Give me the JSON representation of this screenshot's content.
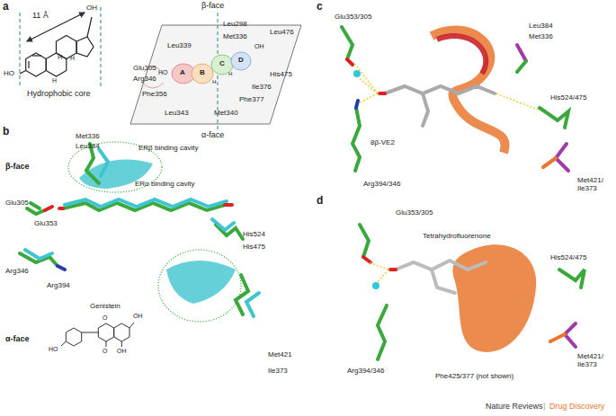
{
  "diagram": {
    "labels": [
      "a",
      "11 Å",
      "OH",
      "HO",
      "H",
      "H",
      "H",
      "Hydrophobic core",
      "β-face",
      "Leu298",
      "Leu476",
      "Met336",
      "Leu339",
      "Glu305",
      "Arg346",
      "Phe356",
      "Leu343",
      "Met340",
      "Phe377",
      "His475",
      "Ile376",
      "HO",
      "A",
      "B",
      "C",
      "D",
      "OH",
      "H",
      "H",
      "α-face",
      "b",
      "Met336",
      "Leu384",
      "ERβ binding cavity",
      "β-face",
      "ERα binding cavity",
      "Glu305",
      "Glu353",
      "His524",
      "His475",
      "Arg346",
      "Arg394",
      "Genistein",
      "O",
      "OH",
      "HO",
      "O",
      "OH",
      "Met421",
      "Ile373",
      "α-face",
      "c",
      "Glu353/305",
      "Leu384",
      "Met336",
      "His524/475",
      "8β-VE2",
      "Arg394/346",
      "Met421/ Ile373",
      "d",
      "Glu353/305",
      "Tetrahydrofluorenone",
      "His524/475",
      "Met421/ Ile373",
      "Arg394/346",
      "Phe425/377 (not shown)",
      "Nature Reviews",
      "|",
      "Drug Discovery"
    ]
  }
}
